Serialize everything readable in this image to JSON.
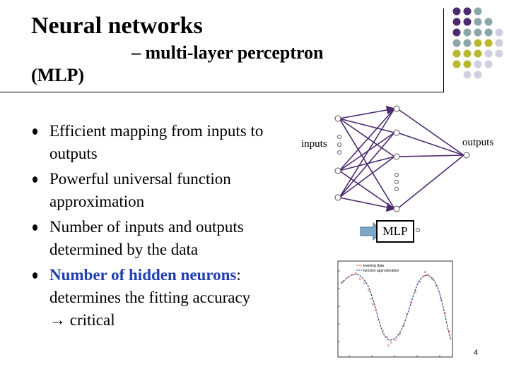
{
  "slide": {
    "title_line1": "Neural networks",
    "title_line2": "(MLP)",
    "title_sub": "– multi-layer perceptron",
    "page_number": "4"
  },
  "bullets": [
    {
      "text": "Efficient mapping from inputs to outputs"
    },
    {
      "text": "Powerful universal function approximation"
    },
    {
      "text": "Number of inputs and outputs determined by the data"
    },
    {
      "highlight": "Number of hidden neurons",
      "rest": ": determines the fitting accuracy",
      "arrow": "→",
      "tail": "critical"
    }
  ],
  "network": {
    "inputs_label": "inputs",
    "outputs_label": "outputs",
    "mlp_label": "MLP"
  },
  "colors": {
    "network_lines": "#4b2a6e",
    "input_arrow": "#7fa8c8",
    "highlight": "#1f3fb0",
    "dot_purple": "#4b2a6e",
    "dot_teal": "#8aa6a6",
    "dot_olive": "#b9b832",
    "dot_lavender": "#cfcfe0"
  },
  "plot": {
    "legend": [
      "learning data",
      "function approximation"
    ]
  }
}
